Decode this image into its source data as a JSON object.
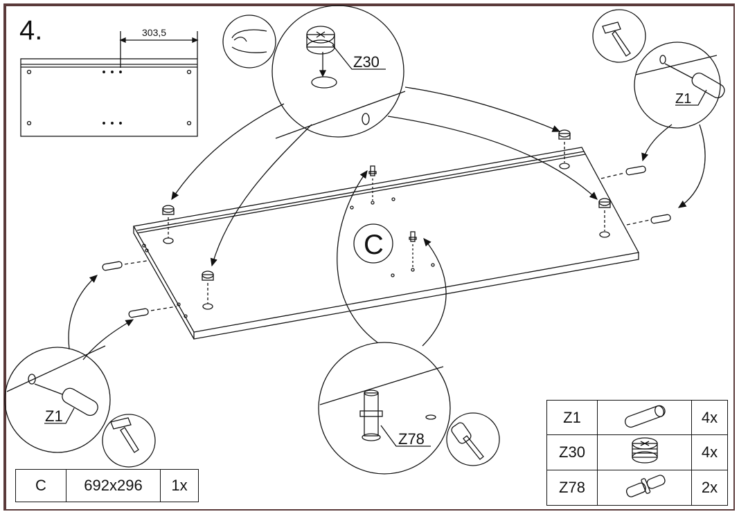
{
  "step_label": "4.",
  "dimension_label": "303,5",
  "part_label": "C",
  "callouts": {
    "top_cam": "Z30",
    "top_right_dowel": "Z1",
    "bottom_left_dowel": "Z1",
    "bottom_pin": "Z78"
  },
  "panel_table": {
    "part": "C",
    "size": "692x296",
    "qty": "1x"
  },
  "hardware_table": [
    {
      "code": "Z1",
      "icon": "dowel-icon",
      "qty": "4x"
    },
    {
      "code": "Z30",
      "icon": "cam-lock-icon",
      "qty": "4x"
    },
    {
      "code": "Z78",
      "icon": "shelf-pin-icon",
      "qty": "2x"
    }
  ]
}
